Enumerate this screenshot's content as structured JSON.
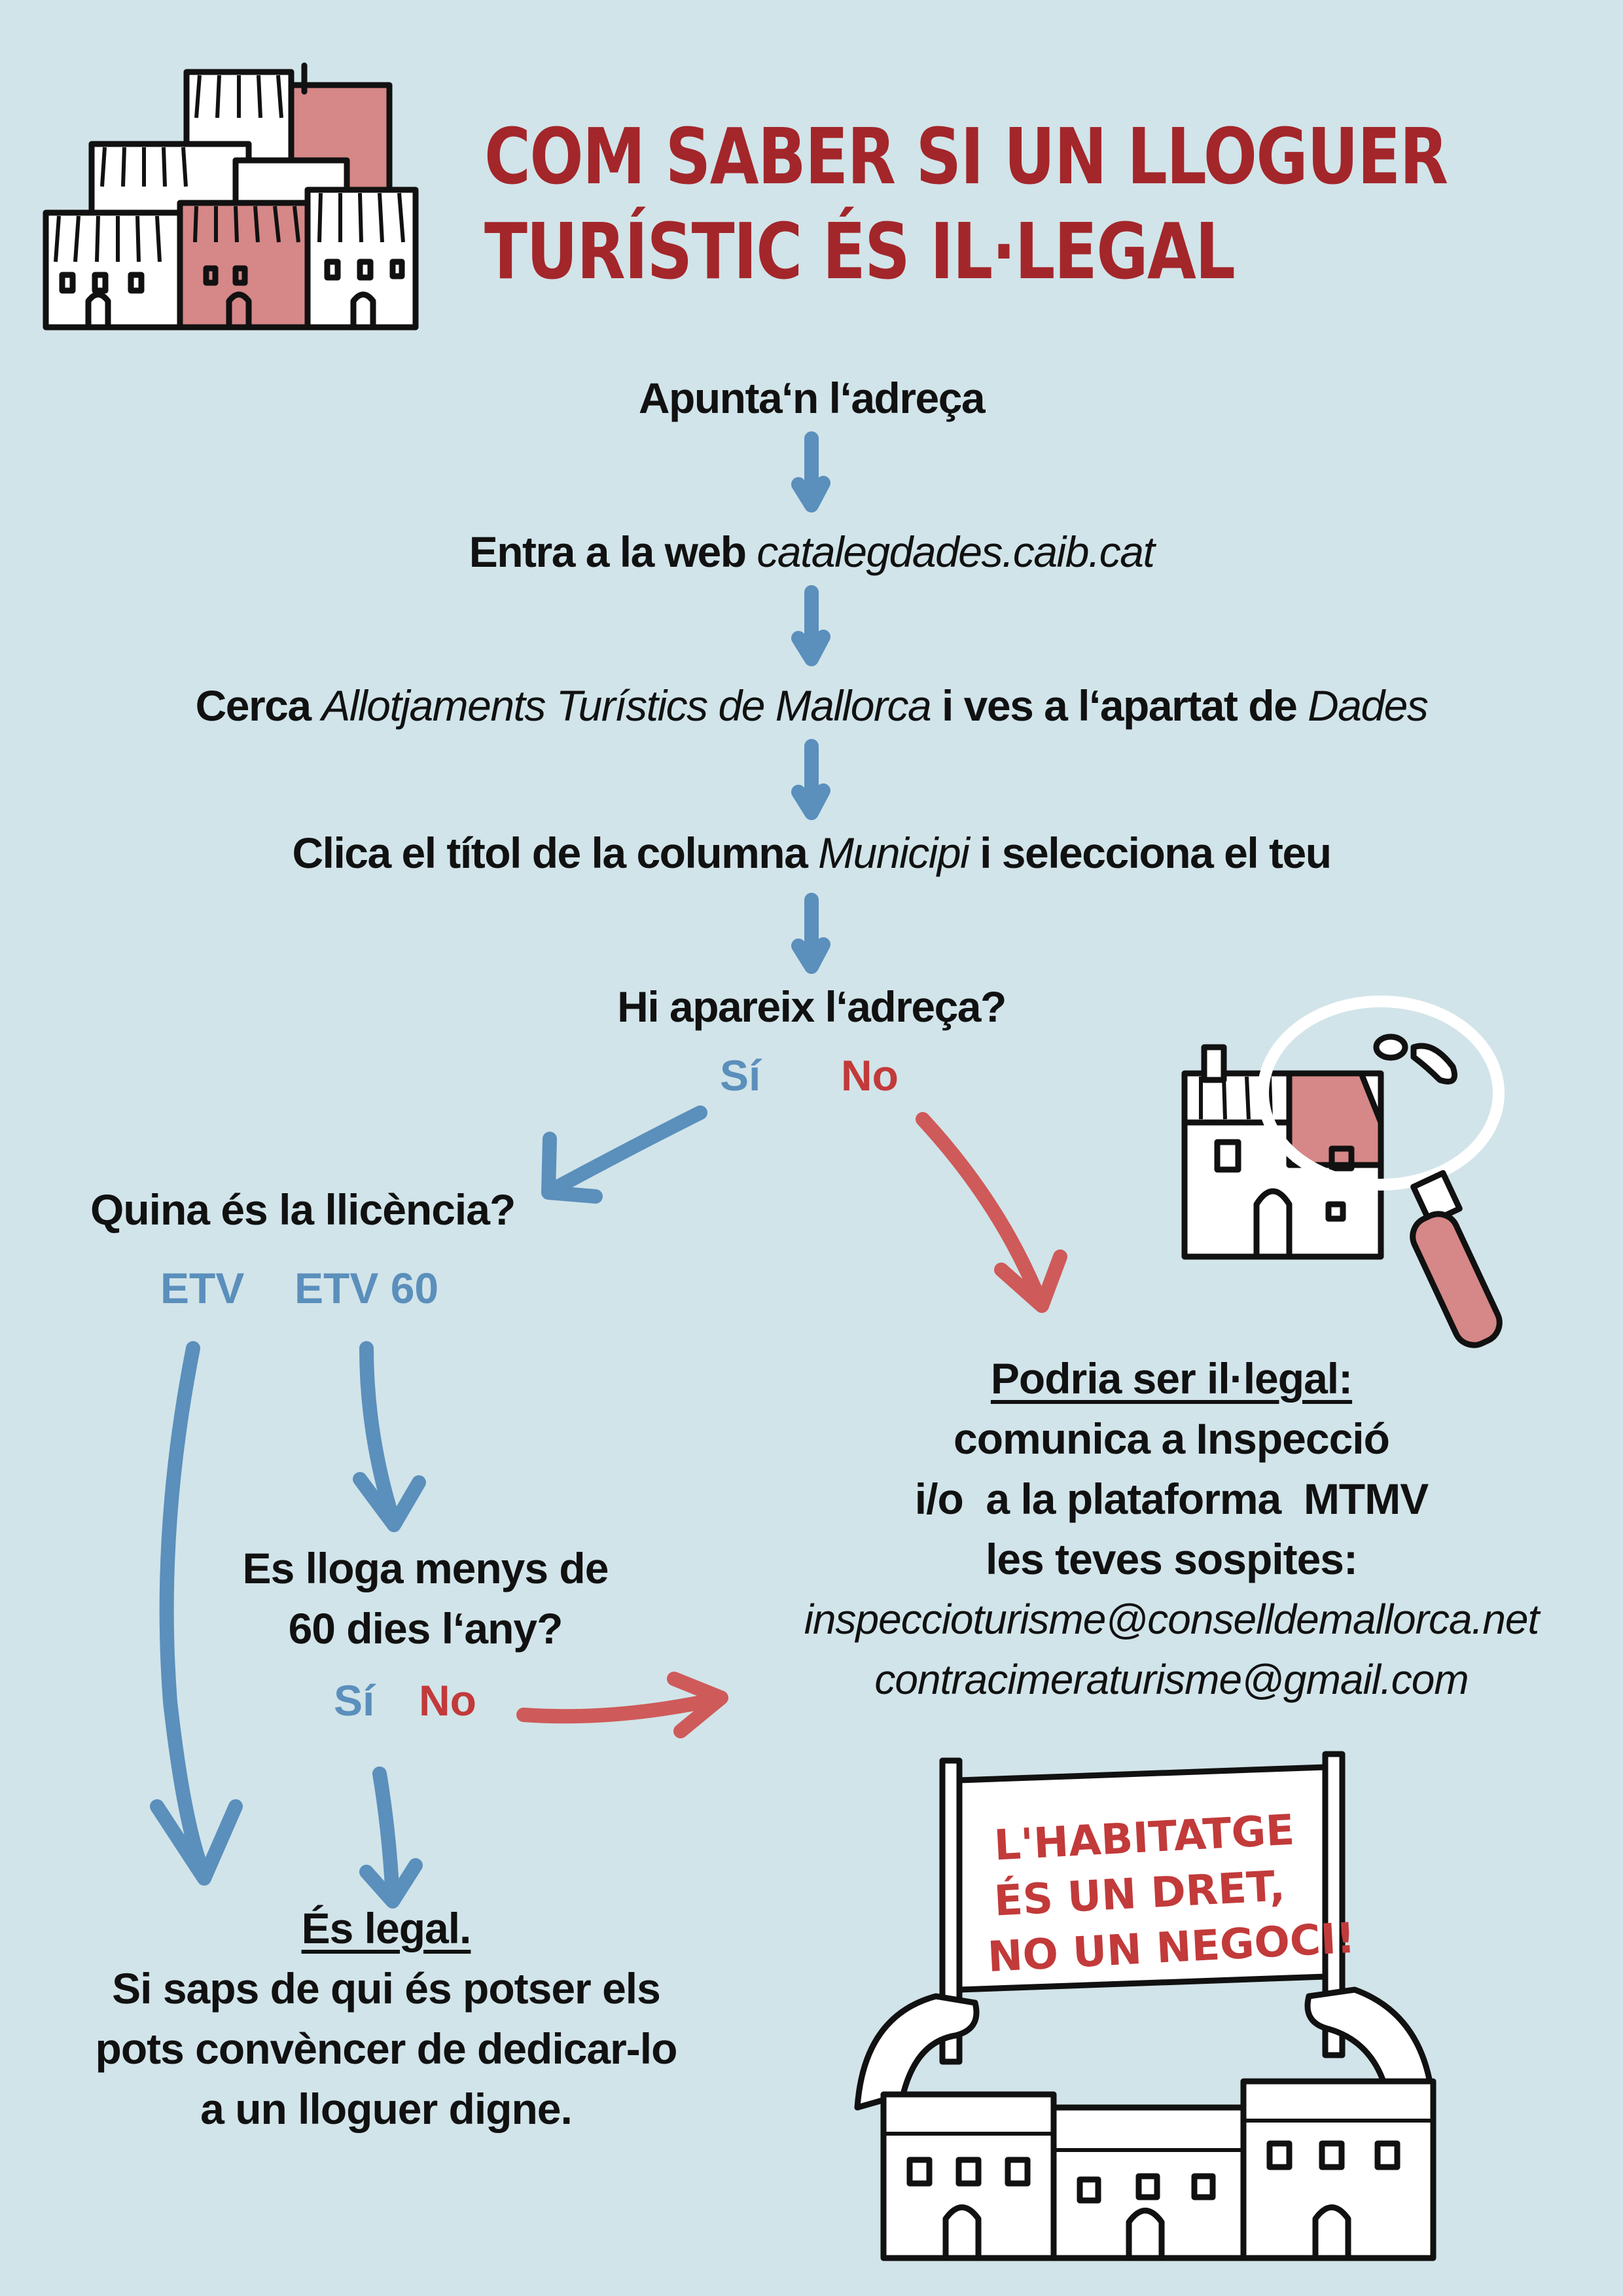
{
  "colors": {
    "background": "#d1e4e9",
    "title": "#a3262a",
    "yes_blue": "#5b8fbc",
    "no_red": "#c23a3a",
    "illustration_pink": "#d68787"
  },
  "header": {
    "title_line1": "COM SABER SI UN LLOGUER",
    "title_line2": "TURÍSTIC ÉS IL·LEGAL"
  },
  "steps": {
    "s1": "Apunta‘n l‘adreça",
    "s2_bold": "Entra a la web ",
    "s2_italic": "catalegdades.caib.cat",
    "s3_a": "Cerca ",
    "s3_b": "Allotjaments Turístics de Mallorca",
    "s3_c": " i ves a l‘apartat de ",
    "s3_d": "Dades",
    "s4_a": "Clica el títol de la columna ",
    "s4_b": "Municipi",
    "s4_c": " i selecciona el teu",
    "q1": "Hi apareix l‘adreça?",
    "q1_yes": "Sí",
    "q1_no": "No"
  },
  "licence": {
    "question": "Quina és la llicència?",
    "opt1": "ETV",
    "opt2": "ETV 60"
  },
  "days": {
    "line1": "Es lloga menys de",
    "line2": "60 dies l‘any?",
    "yes": "Sí",
    "no": "No"
  },
  "illegal": {
    "heading": "Podria ser il·legal:",
    "line1": "comunica a Inspecció",
    "line2": "i/o  a la plataforma  MTMV",
    "line3": "les teves sospites:",
    "email1": "inspeccioturisme@consellde mallorca.net",
    "email1_display": "inspeccioturisme@conselldemallorca.net",
    "email2": "contracimeraturisme@gmail.com"
  },
  "legal": {
    "heading": "És legal.",
    "line1": "Si saps de qui és potser els",
    "line2": "pots convèncer de dedicar-lo",
    "line3": "a un lloguer digne."
  },
  "sign": {
    "line1": "L'HABITATGE",
    "line2": "ÉS UN DRET,",
    "line3": "NO UN NEGOCI!"
  }
}
